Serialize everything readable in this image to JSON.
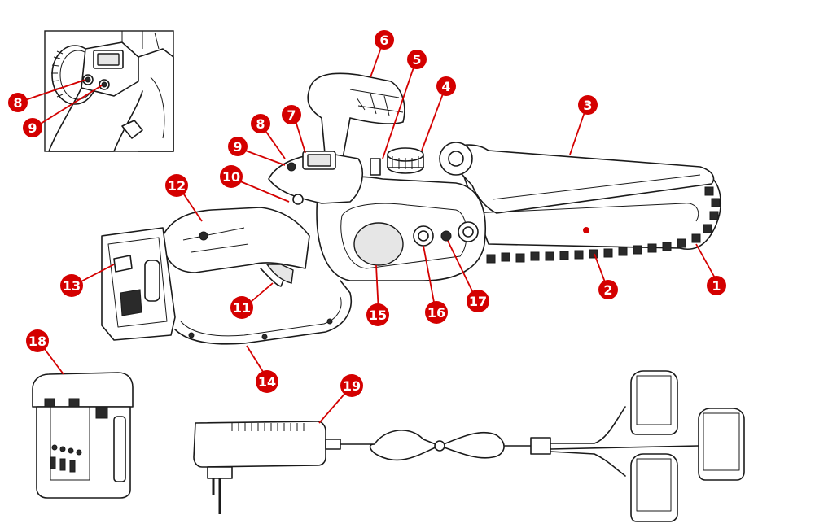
{
  "diagram": {
    "accent_color": "#d40000",
    "callouts": [
      {
        "id": "c1",
        "label": "1"
      },
      {
        "id": "c2",
        "label": "2"
      },
      {
        "id": "c3",
        "label": "3"
      },
      {
        "id": "c4",
        "label": "4"
      },
      {
        "id": "c5",
        "label": "5"
      },
      {
        "id": "c6",
        "label": "6"
      },
      {
        "id": "c7",
        "label": "7"
      },
      {
        "id": "c8",
        "label": "8"
      },
      {
        "id": "c8b",
        "label": "8"
      },
      {
        "id": "c9",
        "label": "9"
      },
      {
        "id": "c9b",
        "label": "9"
      },
      {
        "id": "c10",
        "label": "10"
      },
      {
        "id": "c11",
        "label": "11"
      },
      {
        "id": "c12",
        "label": "12"
      },
      {
        "id": "c13",
        "label": "13"
      },
      {
        "id": "c14",
        "label": "14"
      },
      {
        "id": "c15",
        "label": "15"
      },
      {
        "id": "c16",
        "label": "16"
      },
      {
        "id": "c17",
        "label": "17"
      },
      {
        "id": "c18",
        "label": "18"
      },
      {
        "id": "c19",
        "label": "19"
      }
    ]
  }
}
